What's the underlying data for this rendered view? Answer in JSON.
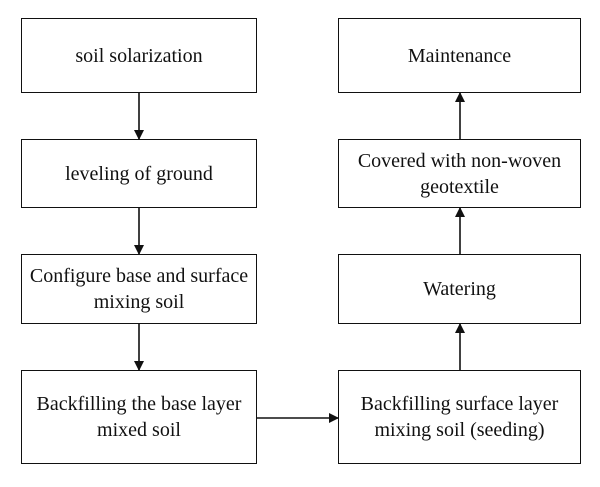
{
  "nodes": {
    "n1": "soil solarization",
    "n2": "leveling of ground",
    "n3": "Configure base and surface mixing soil",
    "n4": "Backfilling the base layer mixed soil",
    "n5": "Backfilling surface layer mixing soil (seeding)",
    "n6": "Watering",
    "n7": "Covered with non-woven geotextile",
    "n8": "Maintenance"
  },
  "edges": [
    {
      "from": "n1",
      "to": "n2"
    },
    {
      "from": "n2",
      "to": "n3"
    },
    {
      "from": "n3",
      "to": "n4"
    },
    {
      "from": "n4",
      "to": "n5"
    },
    {
      "from": "n5",
      "to": "n6"
    },
    {
      "from": "n6",
      "to": "n7"
    },
    {
      "from": "n7",
      "to": "n8"
    }
  ]
}
